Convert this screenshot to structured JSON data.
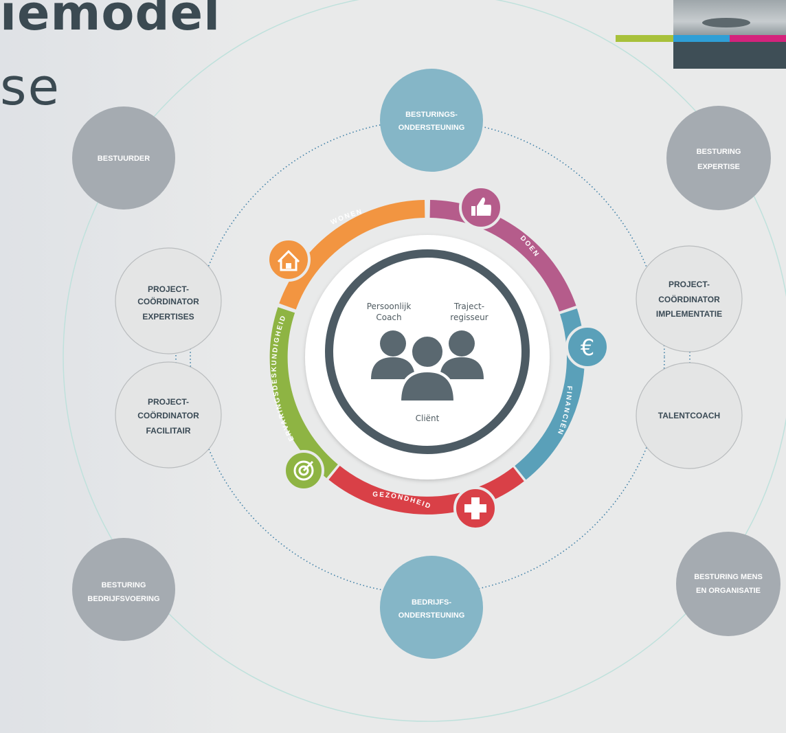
{
  "title": {
    "line1": "iemodel",
    "line2": "se"
  },
  "colors": {
    "blue_node": "#85b6c7",
    "grey_node": "#a5abb1",
    "light_node": "#e4e5e5",
    "wonen": "#f29541",
    "doen": "#b55c8b",
    "financien": "#5aa0b9",
    "gezondheid": "#d94047",
    "ervaring": "#8eb443",
    "center_ring": "#4d5b64",
    "accent_green": "#a8c13b",
    "accent_blue": "#2f9fd6",
    "accent_magenta": "#d4237c"
  },
  "nodes": {
    "besturings_ondersteuning": [
      "BESTURINGS-",
      "ONDERSTEUNING"
    ],
    "bedrijfs_ondersteuning": [
      "BEDRIJFS-",
      "ONDERSTEUNING"
    ],
    "bestuurder": [
      "BESTUURDER"
    ],
    "besturing_expertise": [
      "BESTURING",
      "EXPERTISE"
    ],
    "besturing_bedrijfsvoering": [
      "BESTURING",
      "BEDRIJFSVOERING"
    ],
    "besturing_mens": [
      "BESTURING MENS",
      "EN ORGANISATIE"
    ],
    "pc_expertises": [
      "PROJECT-",
      "COÖRDINATOR",
      "EXPERTISES"
    ],
    "pc_facilitair": [
      "PROJECT-",
      "COÖRDINATOR",
      "FACILITAIR"
    ],
    "pc_implementatie": [
      "PROJECT-",
      "COÖRDINATOR",
      "IMPLEMENTATIE"
    ],
    "talentcoach": [
      "TALENTCOACH"
    ]
  },
  "ring": {
    "wonen": "WONEN",
    "doen": "DOEN",
    "financien": "FINANCIËN",
    "gezondheid": "GEZONDHEID",
    "ervaring": "ERVARINGSDESKUNDIGHEID"
  },
  "center": {
    "coach": [
      "Persoonlijk",
      "Coach"
    ],
    "regisseur": [
      "Traject-",
      "regisseur"
    ],
    "client": "Cliënt"
  },
  "icons": {
    "wonen": "house-icon",
    "doen": "thumbs-up-icon",
    "financien": "euro-icon",
    "gezondheid": "plus-icon",
    "ervaring": "target-icon",
    "center": "people-group-icon"
  }
}
